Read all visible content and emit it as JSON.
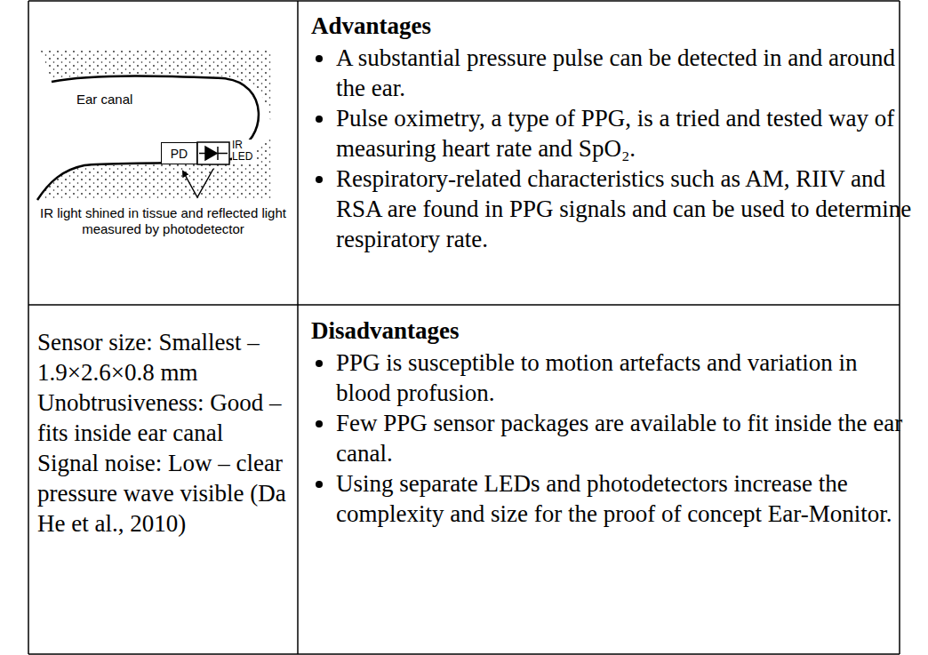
{
  "diagram": {
    "nodes": [
      {
        "text": [
          "PD"
        ]
      }
    ],
    "labels": [
      "Ear canal",
      "IR LED",
      "IR light shined in tissue and reflected light measured by photodetector",
      "Advantages",
      "A substantial pressure pulse can be detected in and around the ear.",
      "Pulse oximetry, a type of PPG, is a tried and tested way of measuring heart rate and SpO₂.",
      "Respiratory-related characteristics such as AM, RIIV and RSA are found in PPG signals and can be used to determine respiratory rate.",
      "Disadvantages",
      "PPG is susceptible to motion artefacts and variation in blood profusion.",
      "Few PPG sensor packages are available to fit inside the ear canal.",
      "Using separate LEDs and photodetectors increase the complexity and size for the proof of concept Ear-Monitor.",
      "Sensor size: Smallest – 1.9×2.6×0.8 mm",
      "Unobtrusiveness: Good – fits inside ear canal",
      "Signal noise: Low – clear pressure wave visible (Da He et al., 2010)"
    ]
  }
}
